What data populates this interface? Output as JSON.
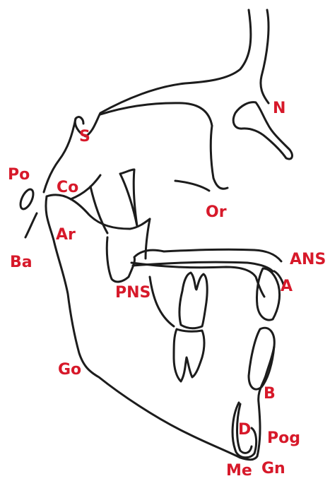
{
  "label_color": "#d7192a",
  "line_color": "#1c1c1c",
  "landmarks": {
    "N": "N",
    "S": "S",
    "Po": "Po",
    "Co": "Co",
    "Ar": "Ar",
    "Ba": "Ba",
    "Or": "Or",
    "ANS": "ANS",
    "A": "A",
    "PNS": "PNS",
    "Go": "Go",
    "B": "B",
    "D": "D",
    "Pog": "Pog",
    "Me": "Me",
    "Gn": "Gn"
  }
}
